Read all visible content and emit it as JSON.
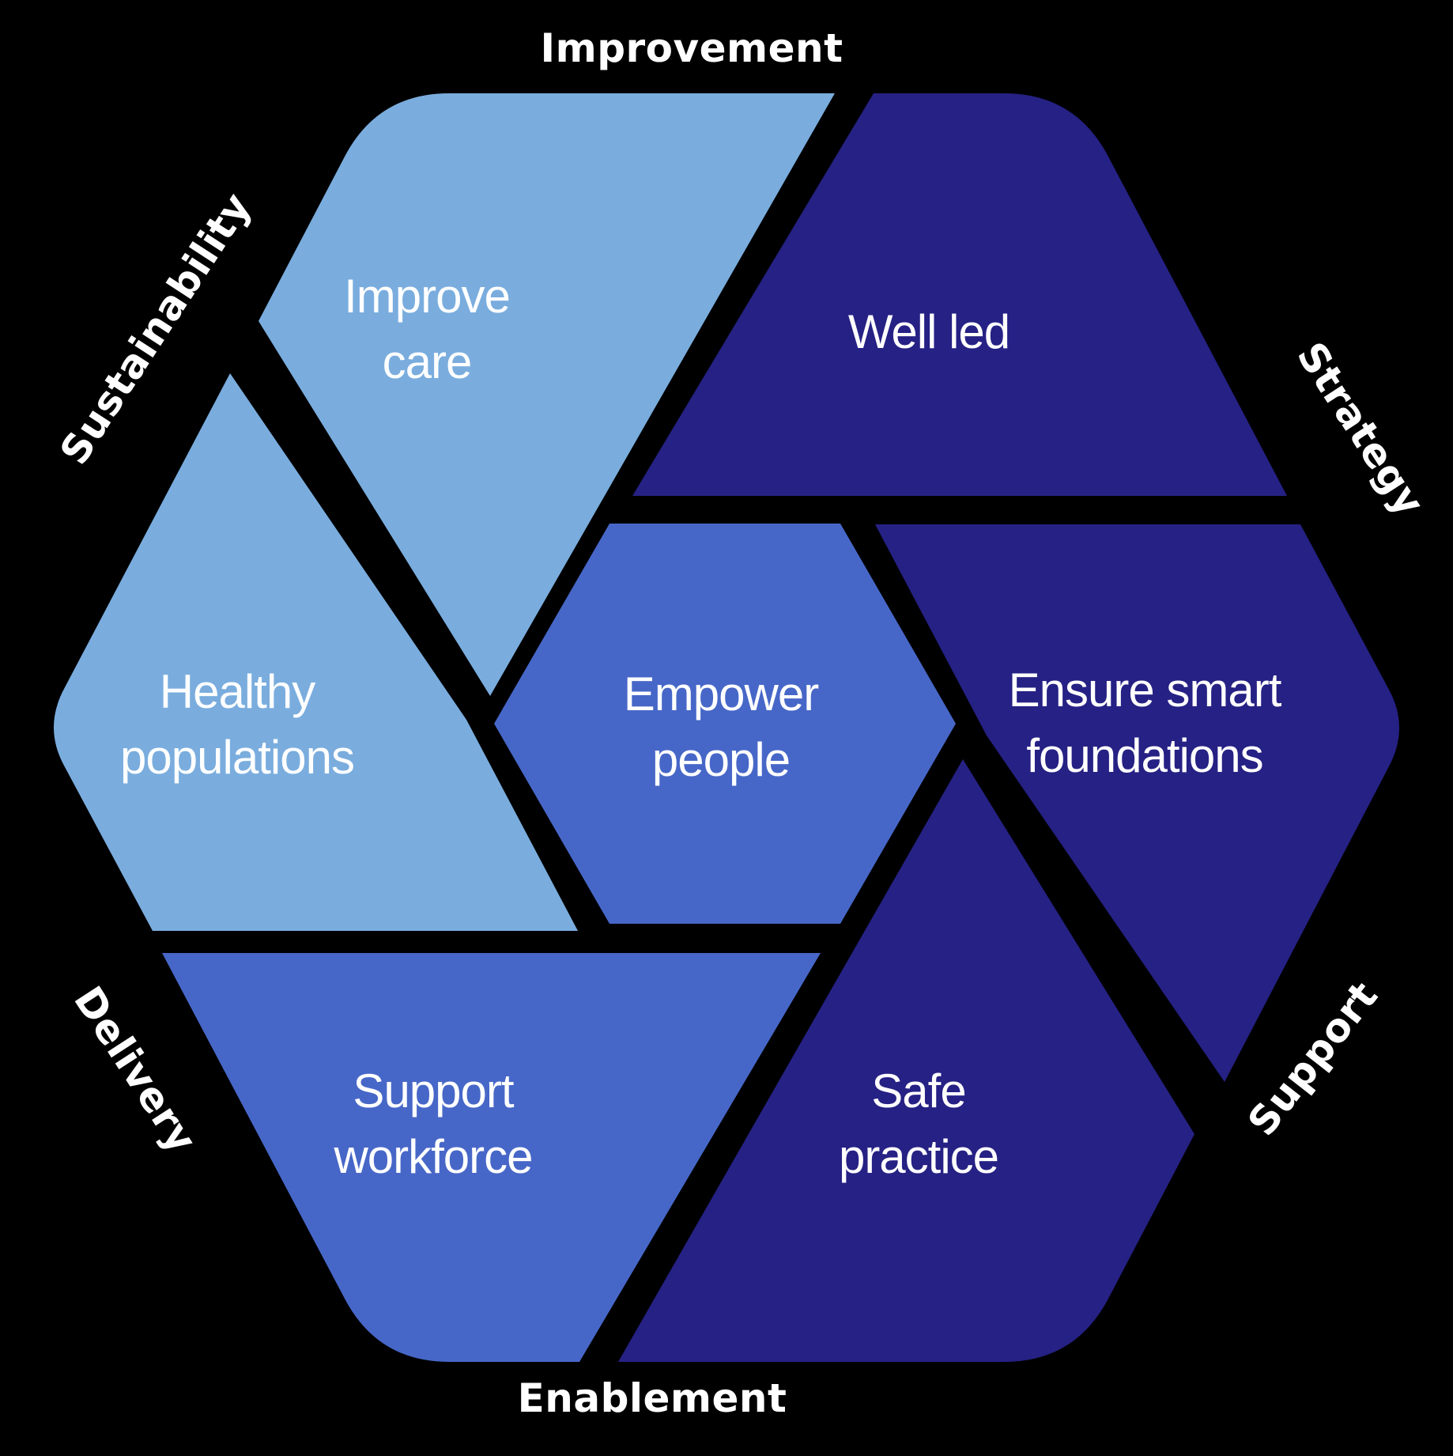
{
  "diagram": {
    "title": "Quality framework hexagon diagram",
    "background": "#000000",
    "colors": {
      "light_blue": "#7aadde",
      "medium_blue": "#4767c8",
      "dark_navy": "#262184",
      "label_text": "#ffffff"
    },
    "outer_labels": {
      "top": "Improvement",
      "top_left": "Sustainability",
      "top_right": "Strategy",
      "bottom_left": "Delivery",
      "bottom_right": "Support",
      "bottom": "Enablement"
    },
    "segments": [
      {
        "id": "improve-care",
        "label": "Improve care",
        "lines": [
          "Improve",
          "care"
        ],
        "color": "#7aadde"
      },
      {
        "id": "well-led",
        "label": "Well led",
        "lines": [
          "Well led"
        ],
        "color": "#262184"
      },
      {
        "id": "healthy-populations",
        "label": "Healthy populations",
        "lines": [
          "Healthy",
          "populations"
        ],
        "color": "#7aadde"
      },
      {
        "id": "empower-people",
        "label": "Empower people",
        "lines": [
          "Empower",
          "people"
        ],
        "color": "#4767c8"
      },
      {
        "id": "ensure-smart-foundations",
        "label": "Ensure smart foundations",
        "lines": [
          "Ensure smart",
          "foundations"
        ],
        "color": "#262184"
      },
      {
        "id": "support-workforce",
        "label": "Support workforce",
        "lines": [
          "Support",
          "workforce"
        ],
        "color": "#4767c8"
      },
      {
        "id": "safe-practice",
        "label": "Safe practice",
        "lines": [
          "Safe",
          "practice"
        ],
        "color": "#262184"
      }
    ]
  }
}
